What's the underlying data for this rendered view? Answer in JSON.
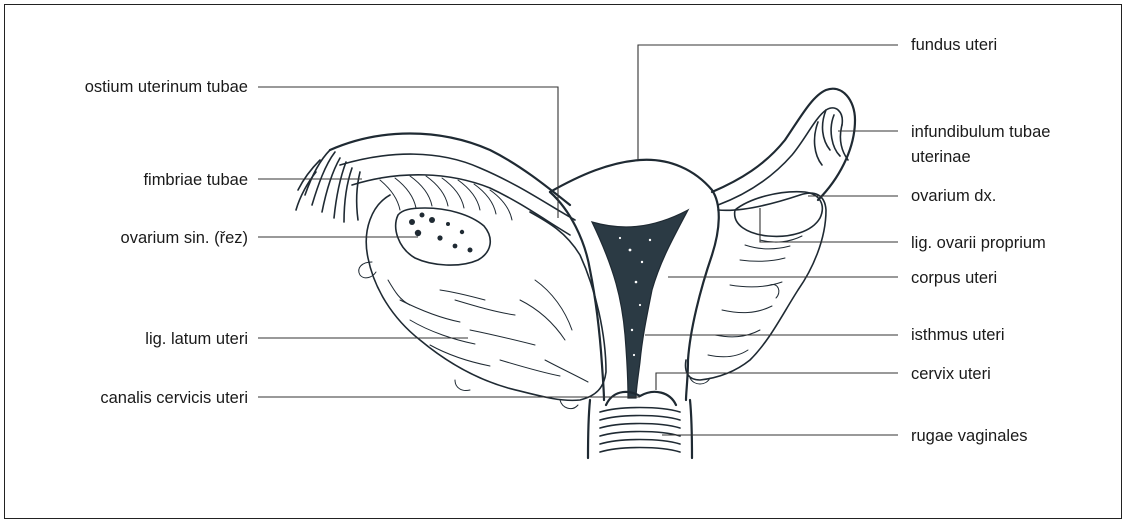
{
  "labels": {
    "fundus_uteri": "fundus uteri",
    "ostium_uterinum_tubae": "ostium uterinum tubae",
    "infundibulum_tubae_1": "infundibulum tubae",
    "infundibulum_tubae_2": "uterinae",
    "fimbriae_tubae": "fimbriae tubae",
    "ovarium_dx": "ovarium dx.",
    "ovarium_sin": "ovarium sin. (řez)",
    "lig_ovarii_proprium": "lig. ovarii proprium",
    "corpus_uteri": "corpus uteri",
    "lig_latum_uteri": "lig. latum uteri",
    "isthmus_uteri": "isthmus uteri",
    "cervix_uteri": "cervix uteri",
    "canalis_cervicis_uteri": "canalis cervicis uteri",
    "rugae_vaginales": "rugae vaginales"
  },
  "colors": {
    "ink": "#1f2a33",
    "cavity_fill": "#2b3a44",
    "tissue_fill": "#ffffff"
  }
}
